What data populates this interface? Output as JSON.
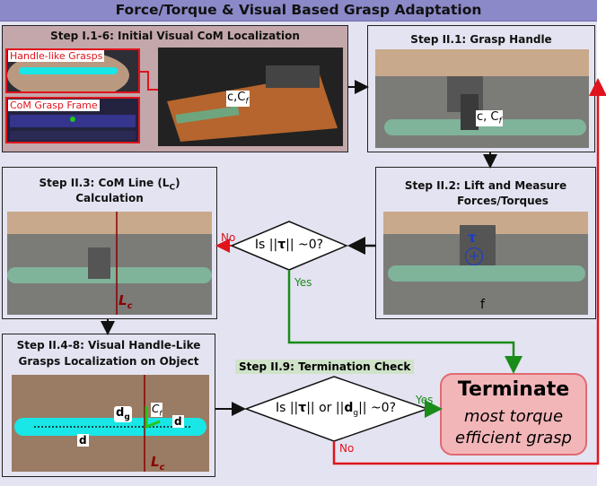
{
  "title": "Force/Torque & Visual Based Grasp Adaptation",
  "steps": {
    "s1": {
      "label": "Step I.1-6: Initial Visual CoM Localization",
      "inset_handle": "Handle-like Grasps",
      "inset_com": "CoM Grasp Frame",
      "frame_label": "c,C",
      "frame_sub": "f"
    },
    "s2_1": {
      "label": "Step II.1: Grasp Handle",
      "frame_label": "c, C",
      "frame_sub": "f"
    },
    "s2_2": {
      "label_line1": "Step II.2: Lift and Measure",
      "label_line2": "Forces/Torques",
      "tau": "τ",
      "force": "f"
    },
    "s2_3": {
      "label_line1": "Step II.3: CoM Line (L",
      "label_sub": "C",
      "label_end": ")",
      "label_line2": "Calculation",
      "line_label": "L",
      "line_sub": "c"
    },
    "s2_4": {
      "label_line1": "Step II.4-8: Visual Handle-Like",
      "label_line2": "Grasps Localization on Object",
      "dg": "d",
      "dg_sub": "g",
      "cf": "C",
      "cf_sub": "f",
      "d": "d",
      "line_label": "L",
      "line_sub": "c"
    },
    "s2_9": {
      "label": "Step II.9: Termination Check"
    }
  },
  "decisions": {
    "torque": {
      "text_pre": "Is ||",
      "text_bold": "τ",
      "text_post": "|| ~0?",
      "no": "No",
      "yes": "Yes"
    },
    "term": {
      "text_pre": "Is ||",
      "text_bold": "τ",
      "text_mid": "|| or ||",
      "text_bold2": "d",
      "text_sub": "g",
      "text_post": "|| ~0?",
      "yes": "Yes",
      "no": "No"
    }
  },
  "terminate": {
    "title": "Terminate",
    "line1": "most torque",
    "line2": "efficient grasp"
  },
  "colors": {
    "red": "#e0141c",
    "green": "#198c19",
    "cyan": "#19e6e6",
    "terminate_fill": "#f2b6b9",
    "terminate_border": "#e06a72"
  }
}
